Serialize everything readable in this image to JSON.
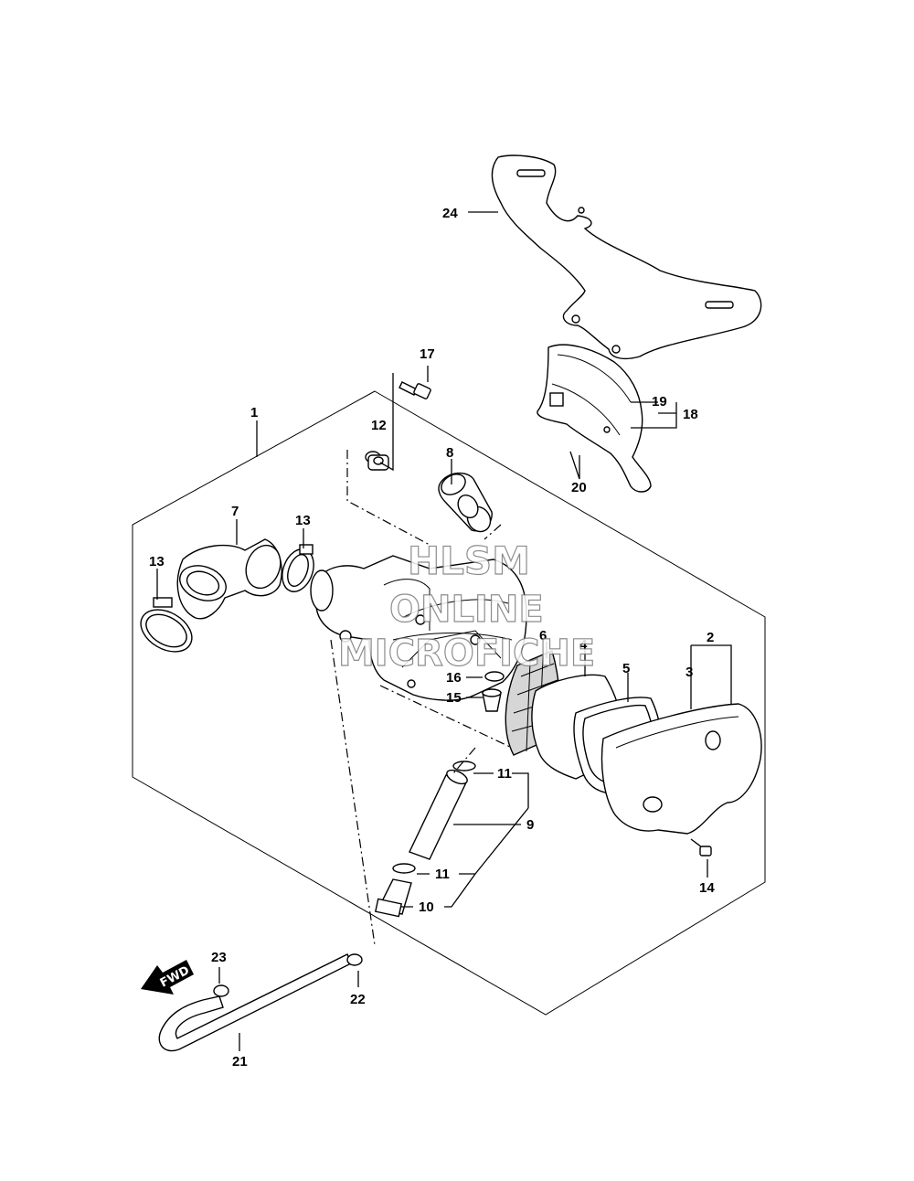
{
  "callouts": {
    "c1": "1",
    "c2": "2",
    "c3": "3",
    "c4": "4",
    "c5": "5",
    "c6": "6",
    "c7": "7",
    "c8": "8",
    "c9": "9",
    "c10": "10",
    "c11a": "11",
    "c11b": "11",
    "c12": "12",
    "c13a": "13",
    "c13b": "13",
    "c14": "14",
    "c15": "15",
    "c16": "16",
    "c17": "17",
    "c18": "18",
    "c19": "19",
    "c20": "20",
    "c21": "21",
    "c22": "22",
    "c23": "23",
    "c24": "24"
  },
  "fwd_arrow": {
    "text": "FWD"
  },
  "watermark": {
    "line1": "HLSM",
    "line2": "ONLINE",
    "line3": "MICROFICHE"
  }
}
